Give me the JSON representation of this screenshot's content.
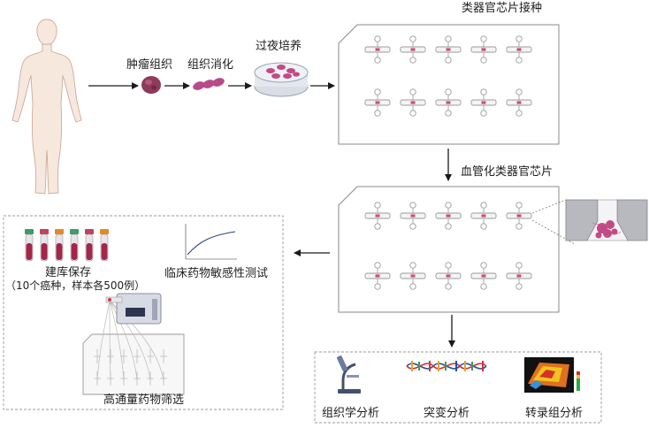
{
  "labels": {
    "tumor_tissue": "肿瘤组织",
    "digestion": "组织消化",
    "overnight_culture": "过夜培养",
    "seeding": "类器官芯片接种",
    "vascularized": "血管化类器官芯片",
    "biobank": "建库保存",
    "biobank_note": "（10个癌种，样本各500例）",
    "clinical_test": "临床药物敏感性测试",
    "hts": "高通量药物筛选",
    "histology": "组织学分析",
    "mutation": "突变分析",
    "transcriptome": "转录组分析"
  },
  "colors": {
    "arrow": "#1a1a1a",
    "tissue": "#8e3a5a",
    "chip_channel": "#c94f7c",
    "dashed_border": "#9a9a9a"
  }
}
